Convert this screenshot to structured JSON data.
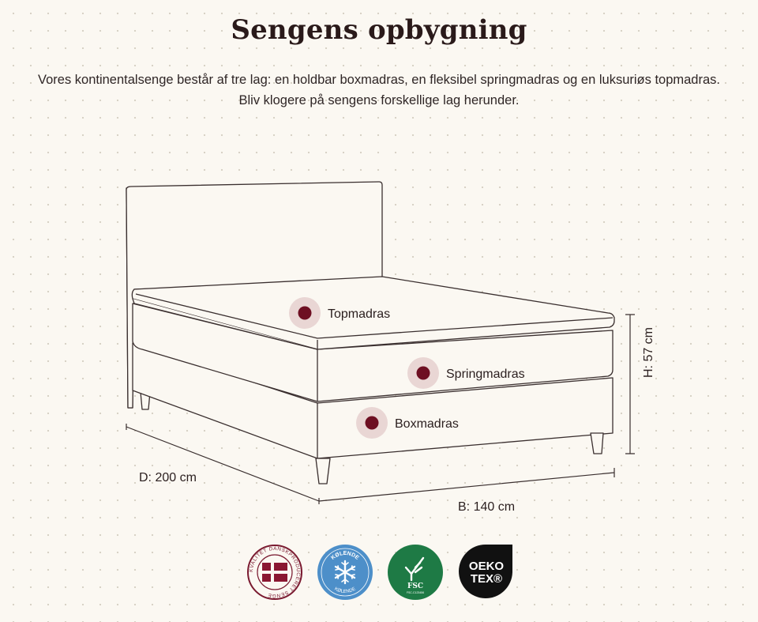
{
  "heading": "Sengens opbygning",
  "intro": {
    "line1": "Vores kontinentalsenge består af tre lag: en holdbar boxmadras, en fleksibel springmadras og en luksuriøs topmadras.",
    "line2": "Bliv klogere på sengens forskellige lag herunder."
  },
  "layers": [
    {
      "label": "Topmadras"
    },
    {
      "label": "Springmadras"
    },
    {
      "label": "Boxmadras"
    }
  ],
  "dimensions": {
    "depth": "D: 200 cm",
    "width": "B: 140 cm",
    "height": "H: 57 cm"
  },
  "badges": {
    "dansk": {
      "ring_text": "KVALITET DANSKPRODUCERET SENGE",
      "icon": "danish-flag-icon"
    },
    "kolende": {
      "top_text": "KØLENDE",
      "bottom_text": "KØLENDE",
      "icon": "snowflake-icon"
    },
    "fsc": {
      "text": "FSC",
      "small_text": "FSC-C123456",
      "icon": "tree-check-icon"
    },
    "oeko": {
      "line1": "OEKO",
      "line2": "TEX®"
    }
  },
  "colors": {
    "accent": "#6e0f22",
    "accent_halo": "#e9d6d4",
    "line": "#3a2f2f",
    "kolende_blue": "#4d8fc9",
    "fsc_green": "#1e7a45",
    "oeko_black": "#111111"
  }
}
